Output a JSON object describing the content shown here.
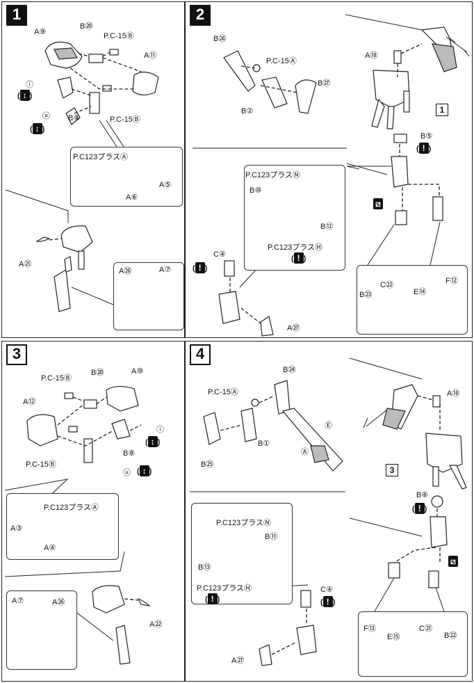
{
  "steps": {
    "s1": {
      "number": "1",
      "labels": {
        "a9": "A⑨",
        "b20": "B⑳",
        "pc15b_top": "P.C-15Ⓑ",
        "a11": "A⑪",
        "b8": "B⑧",
        "pc15b_bot": "P.C-15Ⓑ",
        "pc123a": "P.C123プラスⒶ",
        "a5": "A⑤",
        "a6": "A⑥",
        "a21": "A㉑",
        "a26": "A㉖",
        "a7": "A⑦",
        "opt_i": "ⓘ",
        "opt_u": "ⓤ"
      }
    },
    "s2": {
      "number": "2",
      "labels": {
        "b26": "B㉖",
        "pc15a": "P.C-15Ⓐ",
        "b2": "B②",
        "b27": "B㉗",
        "a18": "A⑱",
        "b5": "B⑤",
        "pc123n": "P.C123プラスⓃ",
        "b10": "B⑩",
        "b12": "B⑫",
        "pc123h": "P.C123プラスⒽ",
        "c4": "C④",
        "a27": "A㉗",
        "c22": "C㉒",
        "b23": "B㉓",
        "e14": "E⑭",
        "f12": "F⑫",
        "ref1": "1"
      }
    },
    "s3": {
      "number": "3",
      "labels": {
        "pc15b_top": "P.C-15Ⓑ",
        "b20": "B⑳",
        "a10": "A⑩",
        "a12": "A⑫",
        "pc15b_bot": "P.C-15Ⓑ",
        "b8": "B⑧",
        "pc123a": "P.C123プラスⒶ",
        "a3": "A③",
        "a4": "A④",
        "a7": "A⑦",
        "a26": "A㉖",
        "a22": "A㉒",
        "opt_i": "ⓘ",
        "opt_u": "ⓤ"
      }
    },
    "s4": {
      "number": "4",
      "labels": {
        "b24": "B㉔",
        "pc15a": "P.C-15Ⓐ",
        "b1": "B①",
        "b25": "B㉕",
        "opt_e": "Ⓔ",
        "opt_a": "Ⓐ",
        "a18": "A⑱",
        "b6": "B⑥",
        "pc123n": "P.C123プラスⓃ",
        "b11": "B⑪",
        "b13": "B⑬",
        "pc123h": "P.C123プラスⒽ",
        "c4": "C④",
        "a27": "A㉗",
        "f13": "F⑬",
        "e15": "E⑮",
        "c21": "C㉑",
        "b22": "B㉒",
        "ref3": "3"
      }
    }
  },
  "icons": {
    "warning": "exclamation-warning-icon",
    "arrows": "double-arrow-icon",
    "swap": "swap-options-icon"
  },
  "warning_glyph": "!"
}
